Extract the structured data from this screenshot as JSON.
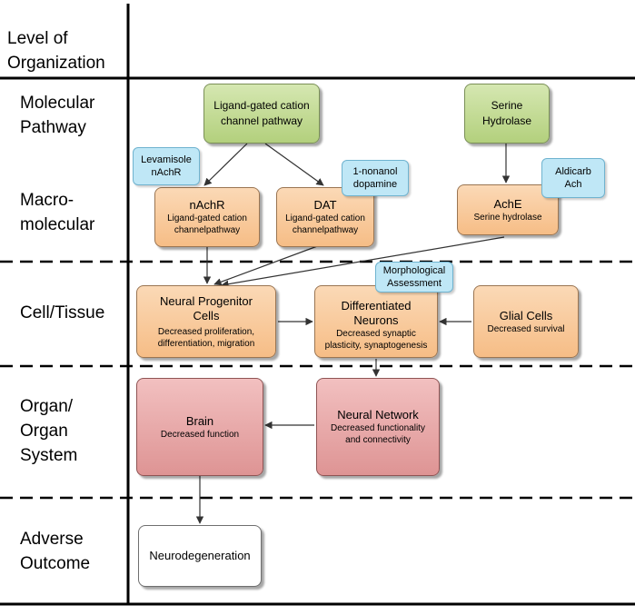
{
  "levels": [
    [
      "Level of",
      "Organization"
    ],
    [
      "Molecular",
      "Pathway"
    ],
    [
      "Macro-",
      "molecular"
    ],
    [
      "Cell/Tissue"
    ],
    [
      "Organ/",
      "Organ",
      "System"
    ],
    [
      "Adverse",
      "Outcome"
    ]
  ],
  "nodes": {
    "ligand_pathway": {
      "lines": [
        "Ligand-gated cation",
        "channel pathway"
      ]
    },
    "serine_hydrolase": {
      "lines": [
        "Serine",
        "Hydrolase"
      ]
    },
    "nachr": {
      "title": "nAchR",
      "sub": [
        "Ligand-gated cation",
        "channelpathway"
      ]
    },
    "dat": {
      "title": "DAT",
      "sub": [
        "Ligand-gated cation",
        "channelpathway"
      ]
    },
    "ache": {
      "title": "AchE",
      "sub": [
        "Serine hydrolase"
      ]
    },
    "neural_progenitor": {
      "title": [
        "Neural Progenitor",
        "Cells"
      ],
      "sub": [
        "Decreased proliferation,",
        "differentiation, migration"
      ]
    },
    "differentiated_neurons": {
      "title": [
        "Differentiated",
        "Neurons"
      ],
      "sub": [
        "Decreased synaptic",
        "plasticity, synaptogenesis"
      ]
    },
    "glial_cells": {
      "title": "Glial Cells",
      "sub": [
        "Decreased survival"
      ]
    },
    "brain": {
      "title": "Brain",
      "sub": [
        "Decreased function"
      ]
    },
    "neural_network": {
      "title": "Neural Network",
      "sub": [
        "Decreased functionality",
        "and connectivity"
      ]
    },
    "neurodegeneration": {
      "title": "Neurodegeneration"
    }
  },
  "callouts": {
    "levamisole": [
      "Levamisole",
      "nAchR"
    ],
    "nonanol": [
      "1-nonanol",
      "dopamine"
    ],
    "aldicarb": [
      "Aldicarb",
      "Ach"
    ],
    "morphological": [
      "Morphological",
      "Assessment"
    ]
  },
  "colors": {
    "molecular_pathway": "#c4dc96",
    "macromolecular": "#f8c99a",
    "organ": "#e8a8a8",
    "callout": "#bfe7f6",
    "outcome": "#ffffff"
  }
}
